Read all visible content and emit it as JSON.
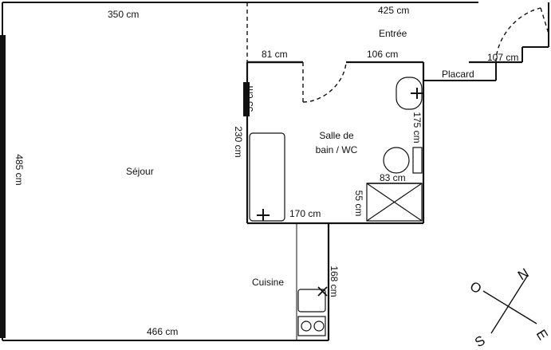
{
  "floor_plan": {
    "rooms": {
      "sejour": "Séjour",
      "entree": "Entrée",
      "salle_de_bain_line1": "Salle de",
      "salle_de_bain_line2": "bain / WC",
      "cuisine": "Cuisine",
      "placard": "Placard"
    },
    "dimensions": {
      "top_left": "350 cm",
      "top_right": "425 cm",
      "left_side": "485 cm",
      "bottom": "466 cm",
      "bath_top_left": "81 cm",
      "bath_top_right": "106 cm",
      "bath_window": "55 cm",
      "bath_left": "230 cm",
      "bath_right": "175 cm",
      "wc_width": "83 cm",
      "shower": "55 cm",
      "kitchen_width": "170 cm",
      "kitchen_length": "168 cm",
      "placard_width": "107 cm"
    },
    "compass": {
      "north": "N",
      "south": "S",
      "east": "E",
      "west": "O"
    },
    "colors": {
      "walls": "#111111",
      "background": "#ffffff"
    }
  }
}
